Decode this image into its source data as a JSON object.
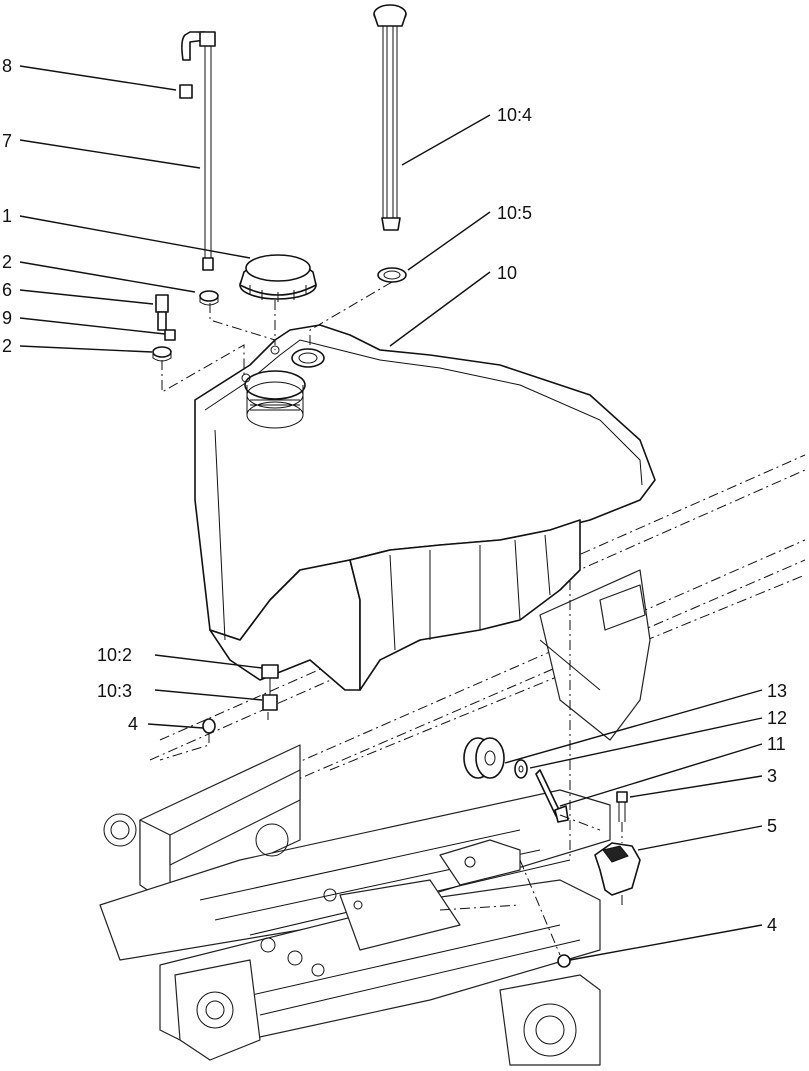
{
  "callouts": [
    {
      "id": "c8",
      "label": "8"
    },
    {
      "id": "c7",
      "label": "7"
    },
    {
      "id": "c1",
      "label": "1"
    },
    {
      "id": "c2a",
      "label": "2"
    },
    {
      "id": "c6",
      "label": "6"
    },
    {
      "id": "c9",
      "label": "9"
    },
    {
      "id": "c2b",
      "label": "2"
    },
    {
      "id": "c10_4",
      "label": "10:4"
    },
    {
      "id": "c10_5",
      "label": "10:5"
    },
    {
      "id": "c10",
      "label": "10"
    },
    {
      "id": "c10_2",
      "label": "10:2"
    },
    {
      "id": "c10_3",
      "label": "10:3"
    },
    {
      "id": "c4a",
      "label": "4"
    },
    {
      "id": "c13",
      "label": "13"
    },
    {
      "id": "c12",
      "label": "12"
    },
    {
      "id": "c11",
      "label": "11"
    },
    {
      "id": "c3",
      "label": "3"
    },
    {
      "id": "c5",
      "label": "5"
    },
    {
      "id": "c4b",
      "label": "4"
    }
  ]
}
